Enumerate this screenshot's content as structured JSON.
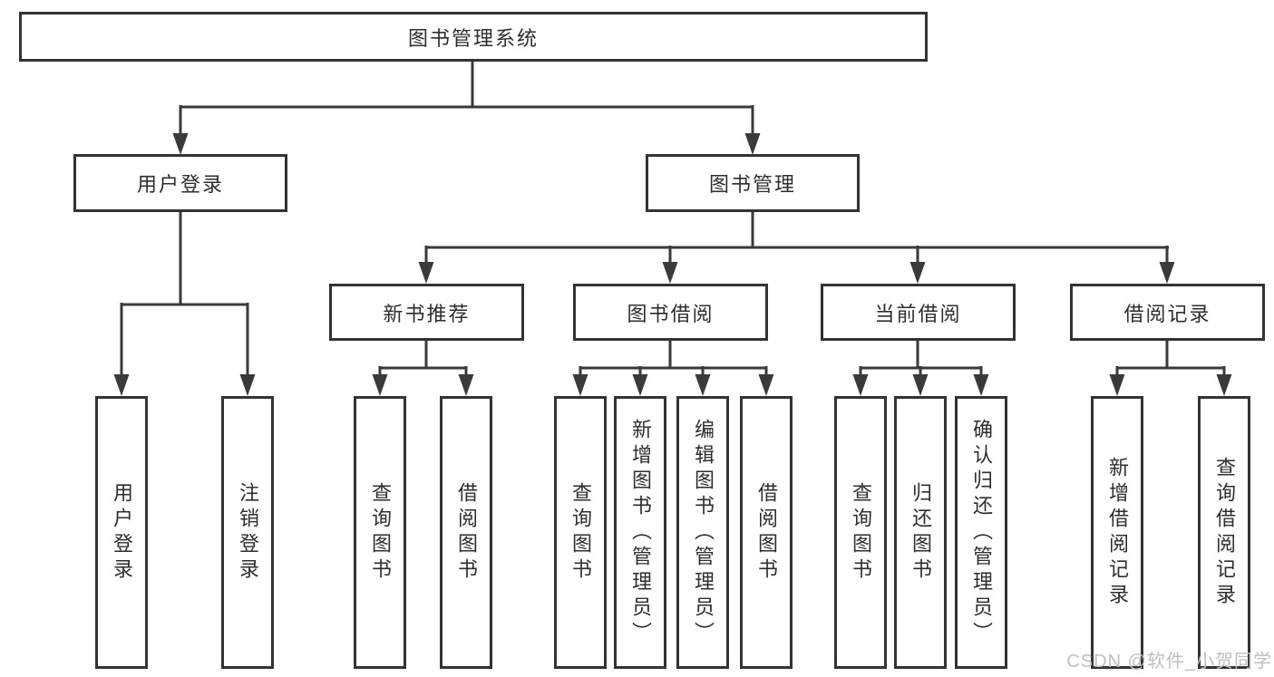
{
  "diagram_type": "hierarchy-tree",
  "colors": {
    "line": "#3a3a3a",
    "box_border": "#333333",
    "text": "#2e2e2e",
    "watermark": "#bcc0c4",
    "background": "#ffffff"
  },
  "tree": {
    "label": "图书管理系统",
    "children": [
      {
        "label": "用户登录",
        "children": [
          {
            "label": "用户登录"
          },
          {
            "label": "注销登录"
          }
        ]
      },
      {
        "label": "图书管理",
        "children": [
          {
            "label": "新书推荐",
            "children": [
              {
                "label": "查询图书"
              },
              {
                "label": "借阅图书"
              }
            ]
          },
          {
            "label": "图书借阅",
            "children": [
              {
                "label": "查询图书"
              },
              {
                "label": "新增图书（管理员）"
              },
              {
                "label": "编辑图书（管理员）"
              },
              {
                "label": "借阅图书"
              }
            ]
          },
          {
            "label": "当前借阅",
            "children": [
              {
                "label": "查询图书"
              },
              {
                "label": "归还图书"
              },
              {
                "label": "确认归还（管理员）"
              }
            ]
          },
          {
            "label": "借阅记录",
            "children": [
              {
                "label": "新增借阅记录"
              },
              {
                "label": "查询借阅记录"
              }
            ]
          }
        ]
      }
    ]
  },
  "watermark": {
    "text": "CSDN @软件_小贺同学"
  }
}
